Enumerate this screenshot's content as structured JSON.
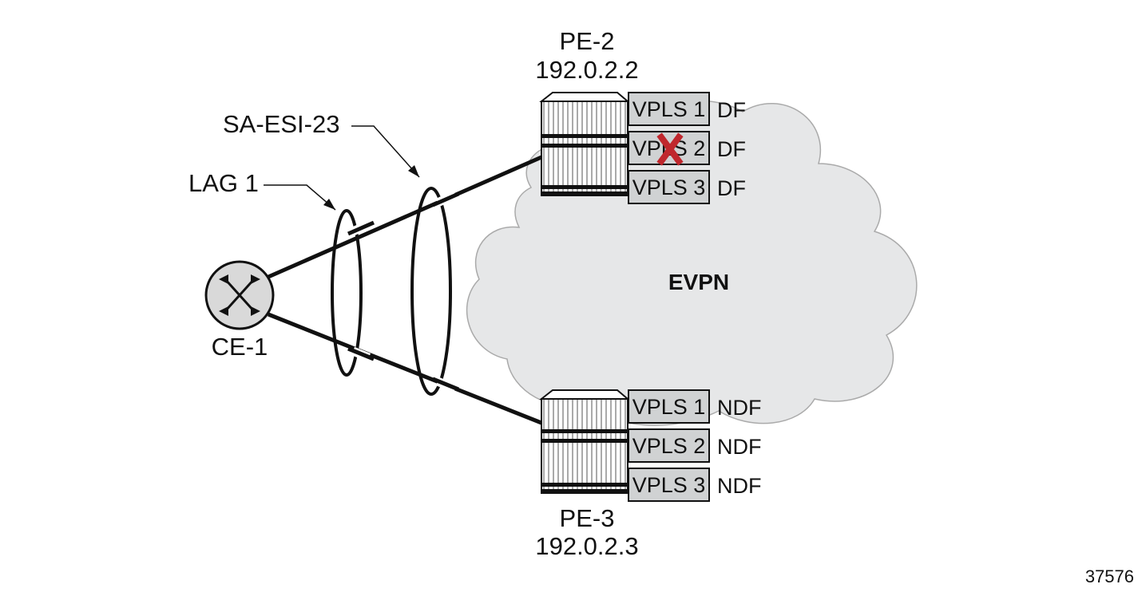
{
  "cloud": {
    "label": "EVPN"
  },
  "ce": {
    "label": "CE-1"
  },
  "lag": {
    "label": "LAG 1"
  },
  "es": {
    "label": "SA-ESI-23"
  },
  "pe2": {
    "name": "PE-2",
    "ip": "192.0.2.2",
    "services": [
      {
        "label": "VPLS 1",
        "role": "DF",
        "failed": false
      },
      {
        "label": "VPLS 2",
        "role": "DF",
        "failed": true
      },
      {
        "label": "VPLS 3",
        "role": "DF",
        "failed": false
      }
    ]
  },
  "pe3": {
    "name": "PE-3",
    "ip": "192.0.2.3",
    "services": [
      {
        "label": "VPLS 1",
        "role": "NDF",
        "failed": false
      },
      {
        "label": "VPLS 2",
        "role": "NDF",
        "failed": false
      },
      {
        "label": "VPLS 3",
        "role": "NDF",
        "failed": false
      }
    ]
  },
  "figure_id": "37576",
  "colors": {
    "cloud_fill": "#e6e7e8",
    "box_fill": "#d0d2d3",
    "failure_mark": "#c0272d",
    "line": "#111111"
  }
}
